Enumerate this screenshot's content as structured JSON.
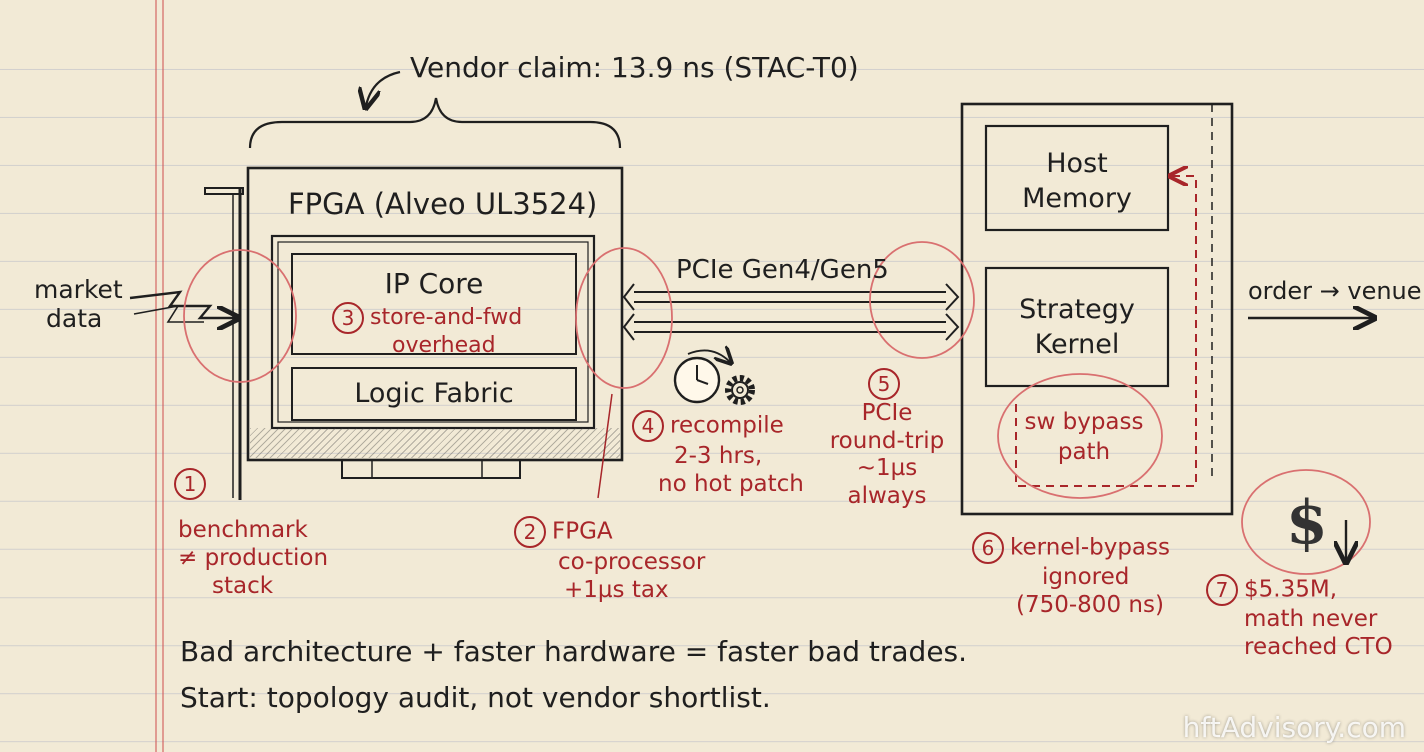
{
  "vendor_claim": "Vendor claim: 13.9 ns (STAC-T0)",
  "fpga": {
    "title": "FPGA (Alveo UL3524)",
    "ip_core": "IP Core",
    "logic_fabric": "Logic Fabric"
  },
  "input_label": {
    "line1": "market",
    "line2": "data"
  },
  "pcie_label": "PCIe Gen4/Gen5",
  "host": {
    "memory": {
      "line1": "Host",
      "line2": "Memory"
    },
    "kernel": {
      "line1": "Strategy",
      "line2": "Kernel"
    },
    "bypass": {
      "line1": "sw bypass",
      "line2": "path"
    }
  },
  "output_label": "order → venue",
  "annotations": [
    {
      "num": "1",
      "lines": [
        "benchmark",
        "≠ production",
        "stack"
      ]
    },
    {
      "num": "2",
      "lines": [
        "FPGA",
        "co-processor",
        "+1µs tax"
      ]
    },
    {
      "num": "3",
      "lines": [
        "store-and-fwd",
        "overhead"
      ]
    },
    {
      "num": "4",
      "lines": [
        "recompile",
        "2-3 hrs,",
        "no hot patch"
      ]
    },
    {
      "num": "5",
      "lines": [
        "PCIe",
        "round-trip",
        "~1µs",
        "always"
      ]
    },
    {
      "num": "6",
      "lines": [
        "kernel-bypass",
        "ignored",
        "(750-800 ns)"
      ]
    },
    {
      "num": "7",
      "lines": [
        "$5.35M,",
        "math never",
        "reached CTO"
      ]
    }
  ],
  "dollar_icon": "$",
  "conclusion": {
    "line1": "Bad architecture + faster hardware = faster bad trades.",
    "line2": "Start: topology audit, not vendor shortlist."
  },
  "watermark": "hftAdvisory.com",
  "colors": {
    "ink": "#1f1f1f",
    "annotation_red": "#a8262a",
    "paper": "#f2ead6"
  }
}
